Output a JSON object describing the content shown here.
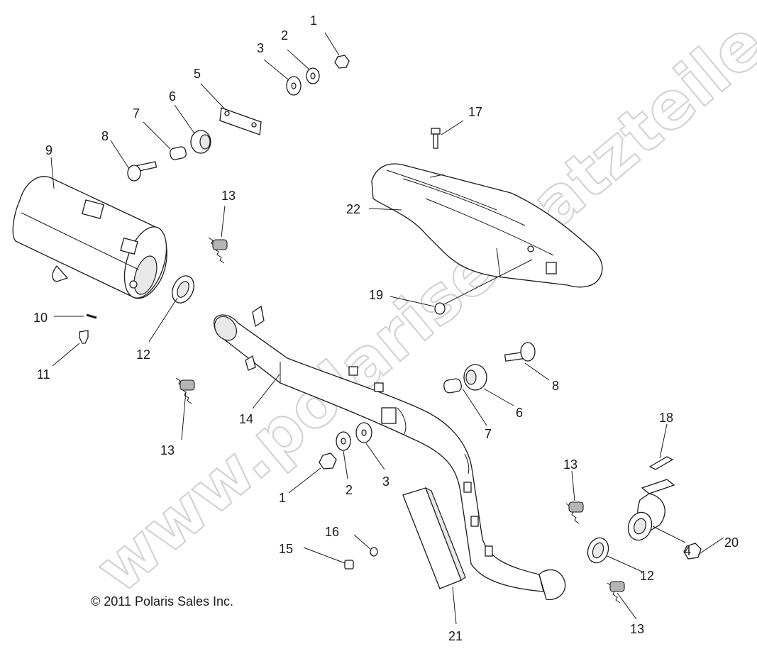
{
  "watermark": "www.polarisersatzteile.de",
  "copyright": "© 2011 Polaris Sales Inc.",
  "callouts": {
    "c1a": "1",
    "c2a": "2",
    "c3a": "3",
    "c5": "5",
    "c6a": "6",
    "c7a": "7",
    "c8a": "8",
    "c9": "9",
    "c17": "17",
    "c22": "22",
    "c13a": "13",
    "c19": "19",
    "c10": "10",
    "c11": "11",
    "c12a": "12",
    "c13b": "13",
    "c14": "14",
    "c8b": "8",
    "c6b": "6",
    "c7b": "7",
    "c18": "18",
    "c1b": "1",
    "c2b": "2",
    "c3b": "3",
    "c13c": "13",
    "c16": "16",
    "c15": "15",
    "c12b": "12",
    "c4": "4",
    "c20": "20",
    "c13d": "13",
    "c21": "21"
  }
}
